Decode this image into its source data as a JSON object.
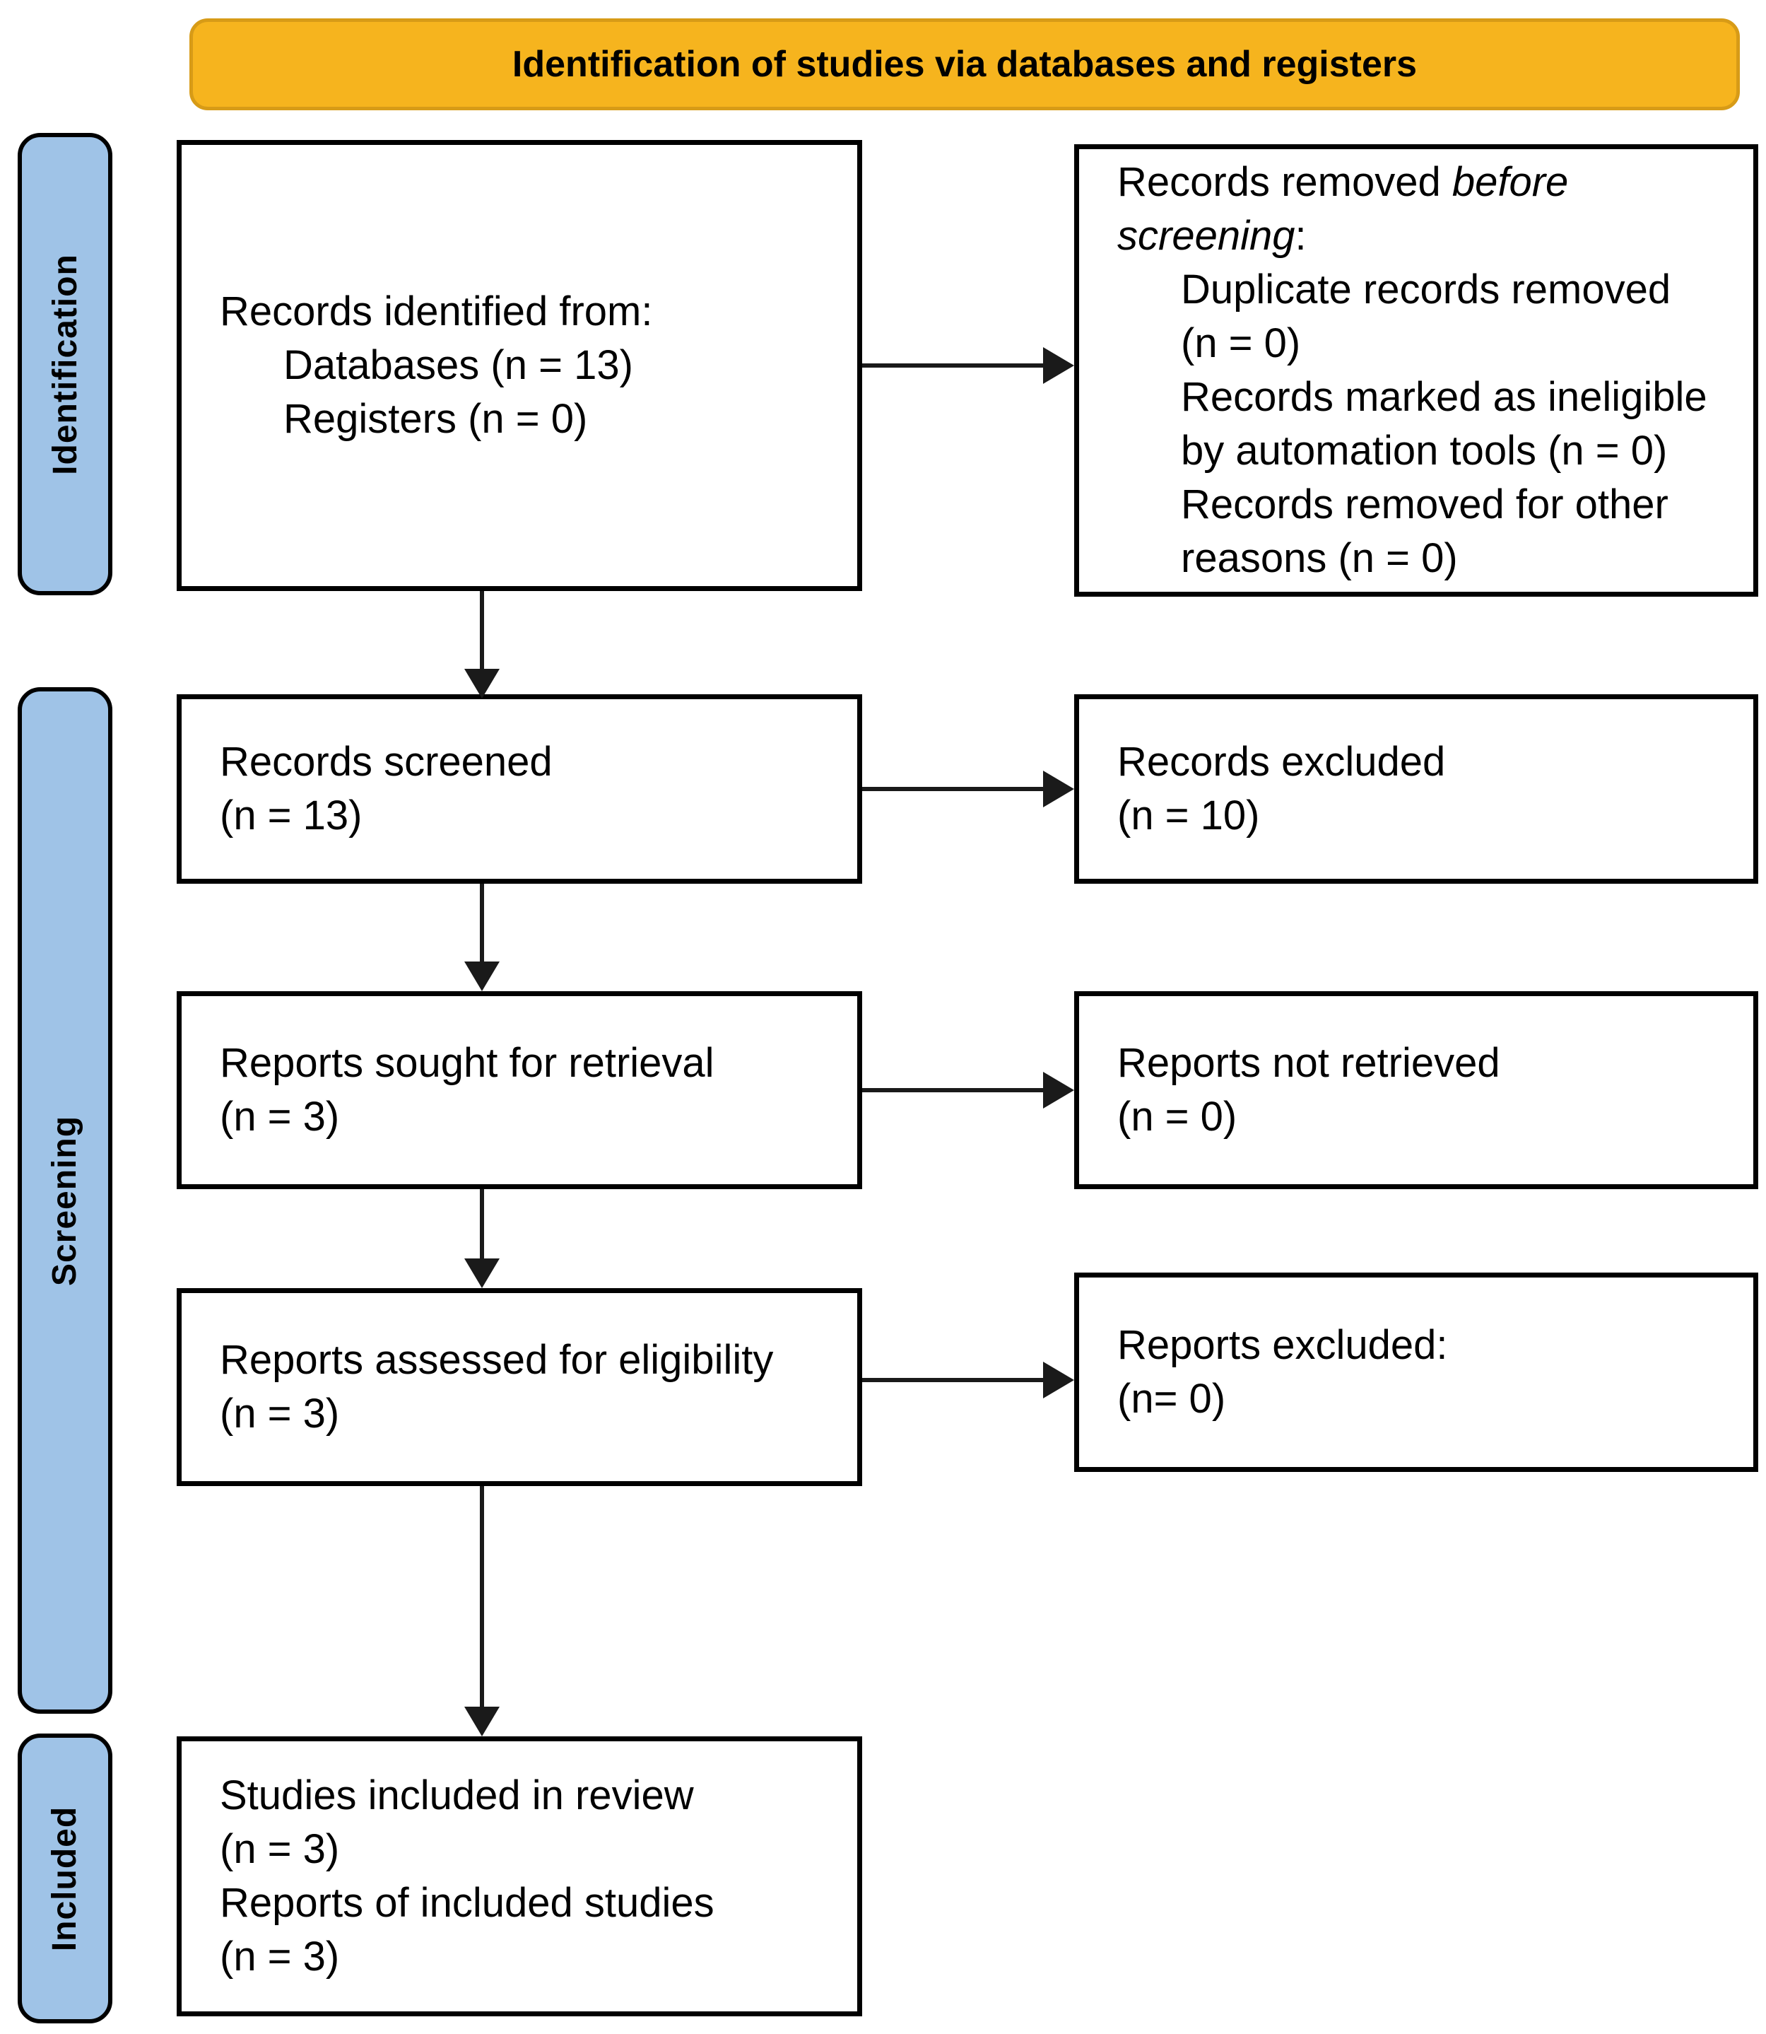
{
  "header": {
    "title": "Identification of studies via databases and registers"
  },
  "stages": {
    "identification": "Identification",
    "screening": "Screening",
    "included": "Included"
  },
  "flow": {
    "records_identified": {
      "line1": "Records identified from:",
      "line2": "Databases (n = 13)",
      "line3": "Registers (n = 0)"
    },
    "records_removed": {
      "line1_normal": "Records removed ",
      "line1_italic": "before",
      "line2_italic": "screening",
      "line2_normal": ":",
      "items": [
        "Duplicate records removed",
        "(n = 0)",
        "Records marked as ineligible",
        "by automation tools (n = 0)",
        "Records removed for other",
        "reasons (n = 0)"
      ]
    },
    "records_screened": {
      "line1": "Records screened",
      "line2": "(n = 13)"
    },
    "records_excluded": {
      "line1": "Records excluded",
      "line2": "(n = 10)"
    },
    "reports_sought": {
      "line1": "Reports sought for retrieval",
      "line2": "(n = 3)"
    },
    "reports_not_retrieved": {
      "line1": "Reports not retrieved",
      "line2": "(n = 0)"
    },
    "reports_assessed": {
      "line1": "Reports assessed for eligibility",
      "line2": "(n = 3)"
    },
    "reports_excluded": {
      "line1": "Reports excluded:",
      "line2": "(n= 0)"
    },
    "studies_included": {
      "line1": "Studies included in review",
      "line2": "(n = 3)",
      "line3": "Reports of included studies",
      "line4": "(n = 3)"
    }
  },
  "colors": {
    "banner_fill": "#F6B41E",
    "banner_border": "#D79B17",
    "stage_fill": "#9FC3E7",
    "box_border": "#000000",
    "arrow": "#1A1A1A"
  }
}
